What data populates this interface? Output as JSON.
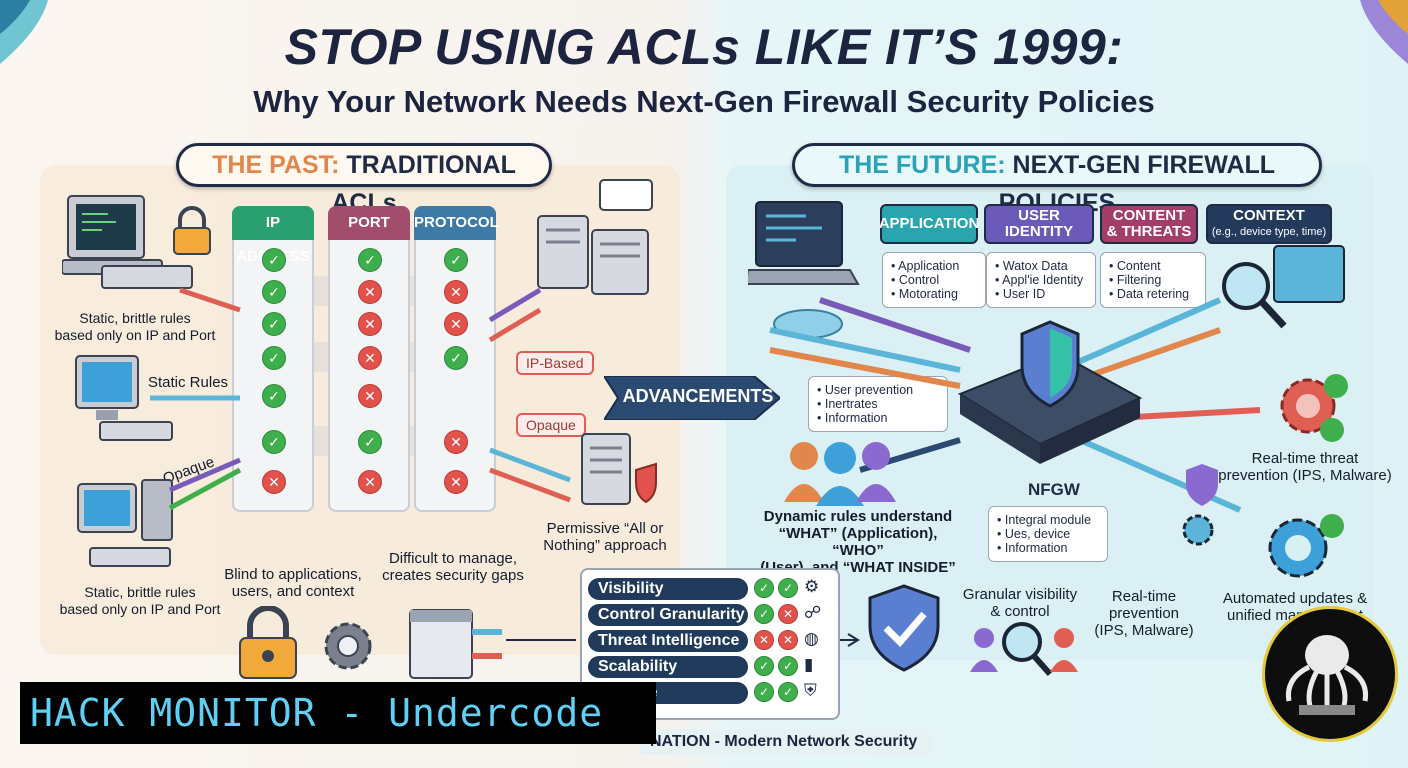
{
  "header": {
    "title": "STOP USING ACLs LIKE IT’S 1999:",
    "subtitle": "Why Your Network Needs Next-Gen Firewall Security Policies"
  },
  "past": {
    "header_highlight": "THE PAST:",
    "header_rest": " TRADITIONAL ACLs",
    "columns": [
      {
        "label": "IP ADDRESS",
        "color": "#2aa071"
      },
      {
        "label": "PORT",
        "color": "#a34d6c"
      },
      {
        "label": "PROTOCOL",
        "color": "#3f7aa6"
      }
    ],
    "rows": [
      [
        "ok",
        "ok",
        "ok"
      ],
      [
        "ok",
        "no",
        "no"
      ],
      [
        "ok",
        "no",
        "no"
      ],
      [
        "ok",
        "no",
        "ok"
      ],
      [
        "ok",
        "no",
        ""
      ],
      [
        "ok",
        "ok",
        "no"
      ],
      [
        "no",
        "no",
        "no"
      ]
    ],
    "caption_top": "Static, brittle rules\nbased only on IP and Port",
    "static_rules": "Static Rules",
    "opaque_side": "Opaque",
    "caption_bottom": "Static, brittle rules\nbased only on IP and Port",
    "blind": "Blind to applications,\nusers, and context",
    "difficult": "Difficult to manage,\ncreates security gaps",
    "tag_ip": "IP-Based",
    "tag_opaque": "Opaque",
    "permissive": "Permissive “All or\nNothing” approach"
  },
  "advancements": "ADVANCEMENTS",
  "future": {
    "header_highlight": "THE FUTURE:",
    "header_rest": " NEXT-GEN FIREWALL POLICIES",
    "categories": [
      {
        "label": "APPLICATION",
        "color": "#2aa5ad"
      },
      {
        "label": "USER IDENTITY",
        "color": "#6b5ab8"
      },
      {
        "label": "CONTENT\n& THREATS",
        "color": "#a33e6a"
      },
      {
        "label": "CONTEXT",
        "sub": "(e.g., device type, time)",
        "color": "#243a5c"
      }
    ],
    "bullets_app": [
      "Application",
      "Control",
      "Motorating"
    ],
    "bullets_user": [
      "Watox Data",
      "Appl'ie Identity",
      "User ID"
    ],
    "bullets_content": [
      "Content",
      "Filtering",
      "Data retering"
    ],
    "bullets_left": [
      "User prevention",
      "Inertrates",
      "Information"
    ],
    "bullets_module": [
      "Integral module",
      "Ues, device",
      "Information"
    ],
    "nfgw": "NFGW",
    "dynamic": "Dynamic rules understand\n“WHAT” (Application), “WHO”\n(User), and “WHAT INSIDE”",
    "granular": "Granular visibility\n& control",
    "realtime_mid": "Real-time\nprevention\n(IPS, Malware)",
    "realtime_right": "Real-time threat\nprevention (IPS, Malware)",
    "automated": "Automated updates &\nunified management"
  },
  "comparison": [
    {
      "label": "Visibility",
      "marks": [
        "ok",
        "ok"
      ],
      "icon": "gear-icon"
    },
    {
      "label": "Control Granularity",
      "marks": [
        "ok",
        "no"
      ],
      "icon": "hierarchy-icon"
    },
    {
      "label": "Threat Intelligence",
      "marks": [
        "no",
        "no"
      ],
      "icon": "globe-icon"
    },
    {
      "label": "Scalability",
      "marks": [
        "ok",
        "ok"
      ],
      "icon": "bar-chart-icon"
    },
    {
      "label": "Posture",
      "marks": [
        "ok",
        "ok"
      ],
      "icon": "shield-icon"
    }
  ],
  "footer": {
    "watermark": "HACK MONITOR - Undercode",
    "bottom_bar": "NATION - Modern Network Security"
  }
}
